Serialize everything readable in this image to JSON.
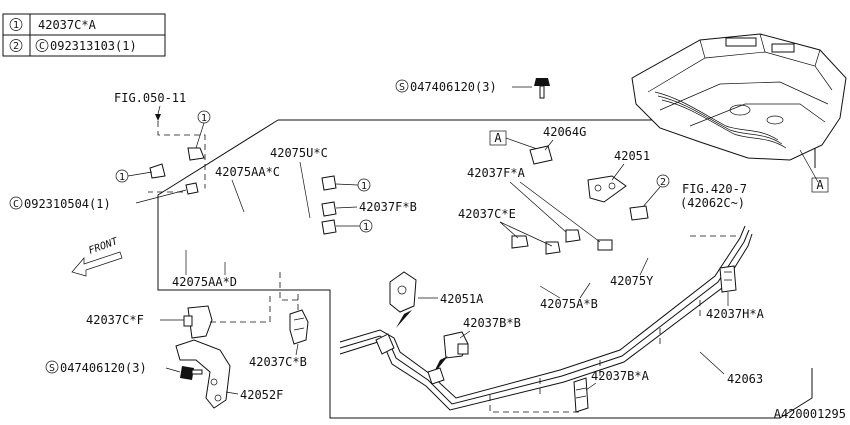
{
  "legend": [
    {
      "num": "1",
      "text": "42037C*A"
    },
    {
      "num": "2",
      "prefix": "C",
      "text": "092313103(1)"
    }
  ],
  "callouts": {
    "fig_050": "FIG.050-11",
    "bolt_top": "047406120(3)",
    "bolt_top_prefix": "S",
    "p42064G": "42064G",
    "p42051": "42051",
    "p42037FA": "42037F*A",
    "p42075UC": "42075U*C",
    "p42075AAC": "42075AA*C",
    "p42037FB": "42037F*B",
    "p092310504": "092310504(1)",
    "p092310504_prefix": "C",
    "p42037CE": "42037C*E",
    "fig_420_7": "FIG.420-7",
    "fig_420_7_sub": "(42062C~)",
    "p42075AAD": "42075AA*D",
    "front": "FRONT",
    "p42075Y": "42075Y",
    "p42075AB": "42075A*B",
    "p42051A": "42051A",
    "p42037CF": "42037C*F",
    "p42037BB": "42037B*B",
    "p42037HA": "42037H*A",
    "p42037CB": "42037C*B",
    "bolt_bottom": "047406120(3)",
    "bolt_bottom_prefix": "S",
    "p42052F": "42052F",
    "p42037BA": "42037B*A",
    "p42063": "42063",
    "ref_code": "A420001295",
    "box_a": "A",
    "circle1": "1",
    "circle2": "2"
  }
}
